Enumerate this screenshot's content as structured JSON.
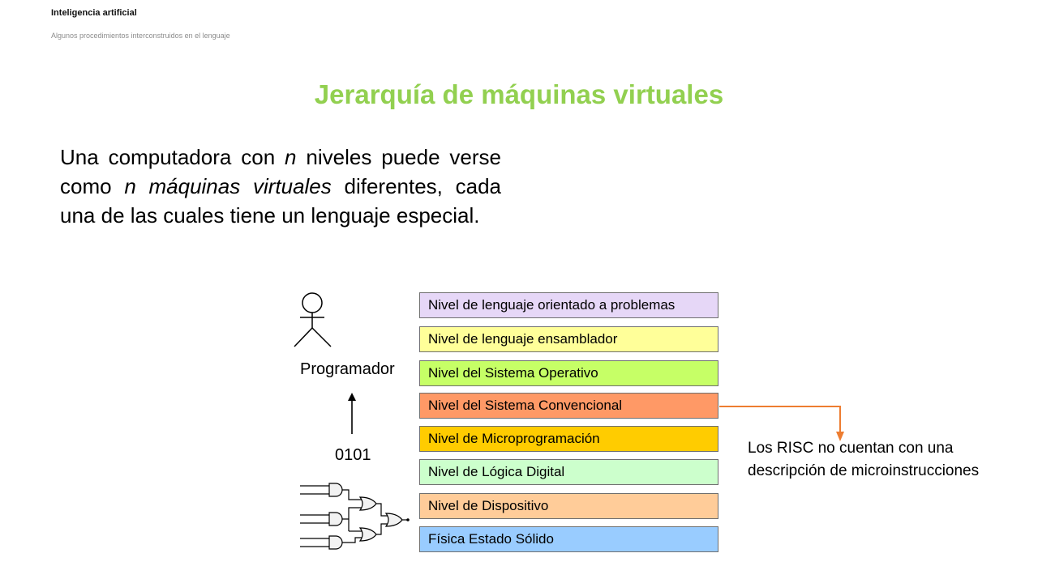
{
  "header": {
    "title": "Inteligencia artificial",
    "subtitle": "Algunos procedimientos interconstruidos en el lenguaje"
  },
  "slide": {
    "title": "Jerarquía de máquinas virtuales",
    "intro": {
      "part1": "Una computadora con ",
      "n1": "n",
      "part2": " niveles puede verse como ",
      "em1": "n máquinas virtuales",
      "part3": " diferentes, cada una de las cuales tiene un lenguaje especial."
    }
  },
  "diagram": {
    "levels": [
      {
        "label": "Nivel de lenguaje orientado a problemas",
        "color": "#e6d7f7"
      },
      {
        "label": "Nivel de lenguaje ensamblador",
        "color": "#ffff99"
      },
      {
        "label": "Nivel del Sistema Operativo",
        "color": "#c6ff66"
      },
      {
        "label": "Nivel del Sistema Convencional",
        "color": "#ff9966"
      },
      {
        "label": "Nivel de Microprogramación",
        "color": "#ffcc00"
      },
      {
        "label": "Nivel de Lógica Digital",
        "color": "#ccffcc"
      },
      {
        "label": "Nivel de Dispositivo",
        "color": "#ffcc99"
      },
      {
        "label": "Física Estado Sólido",
        "color": "#99ccff"
      }
    ],
    "programmer_label": "Programador",
    "bits_label": "0101",
    "risc_note": "Los RISC no cuentan con una descripción de microinstrucciones",
    "arrow_color": "#ed7d31",
    "icons": [
      "stick-figure-icon",
      "up-arrow-icon",
      "logic-gates-icon"
    ]
  }
}
